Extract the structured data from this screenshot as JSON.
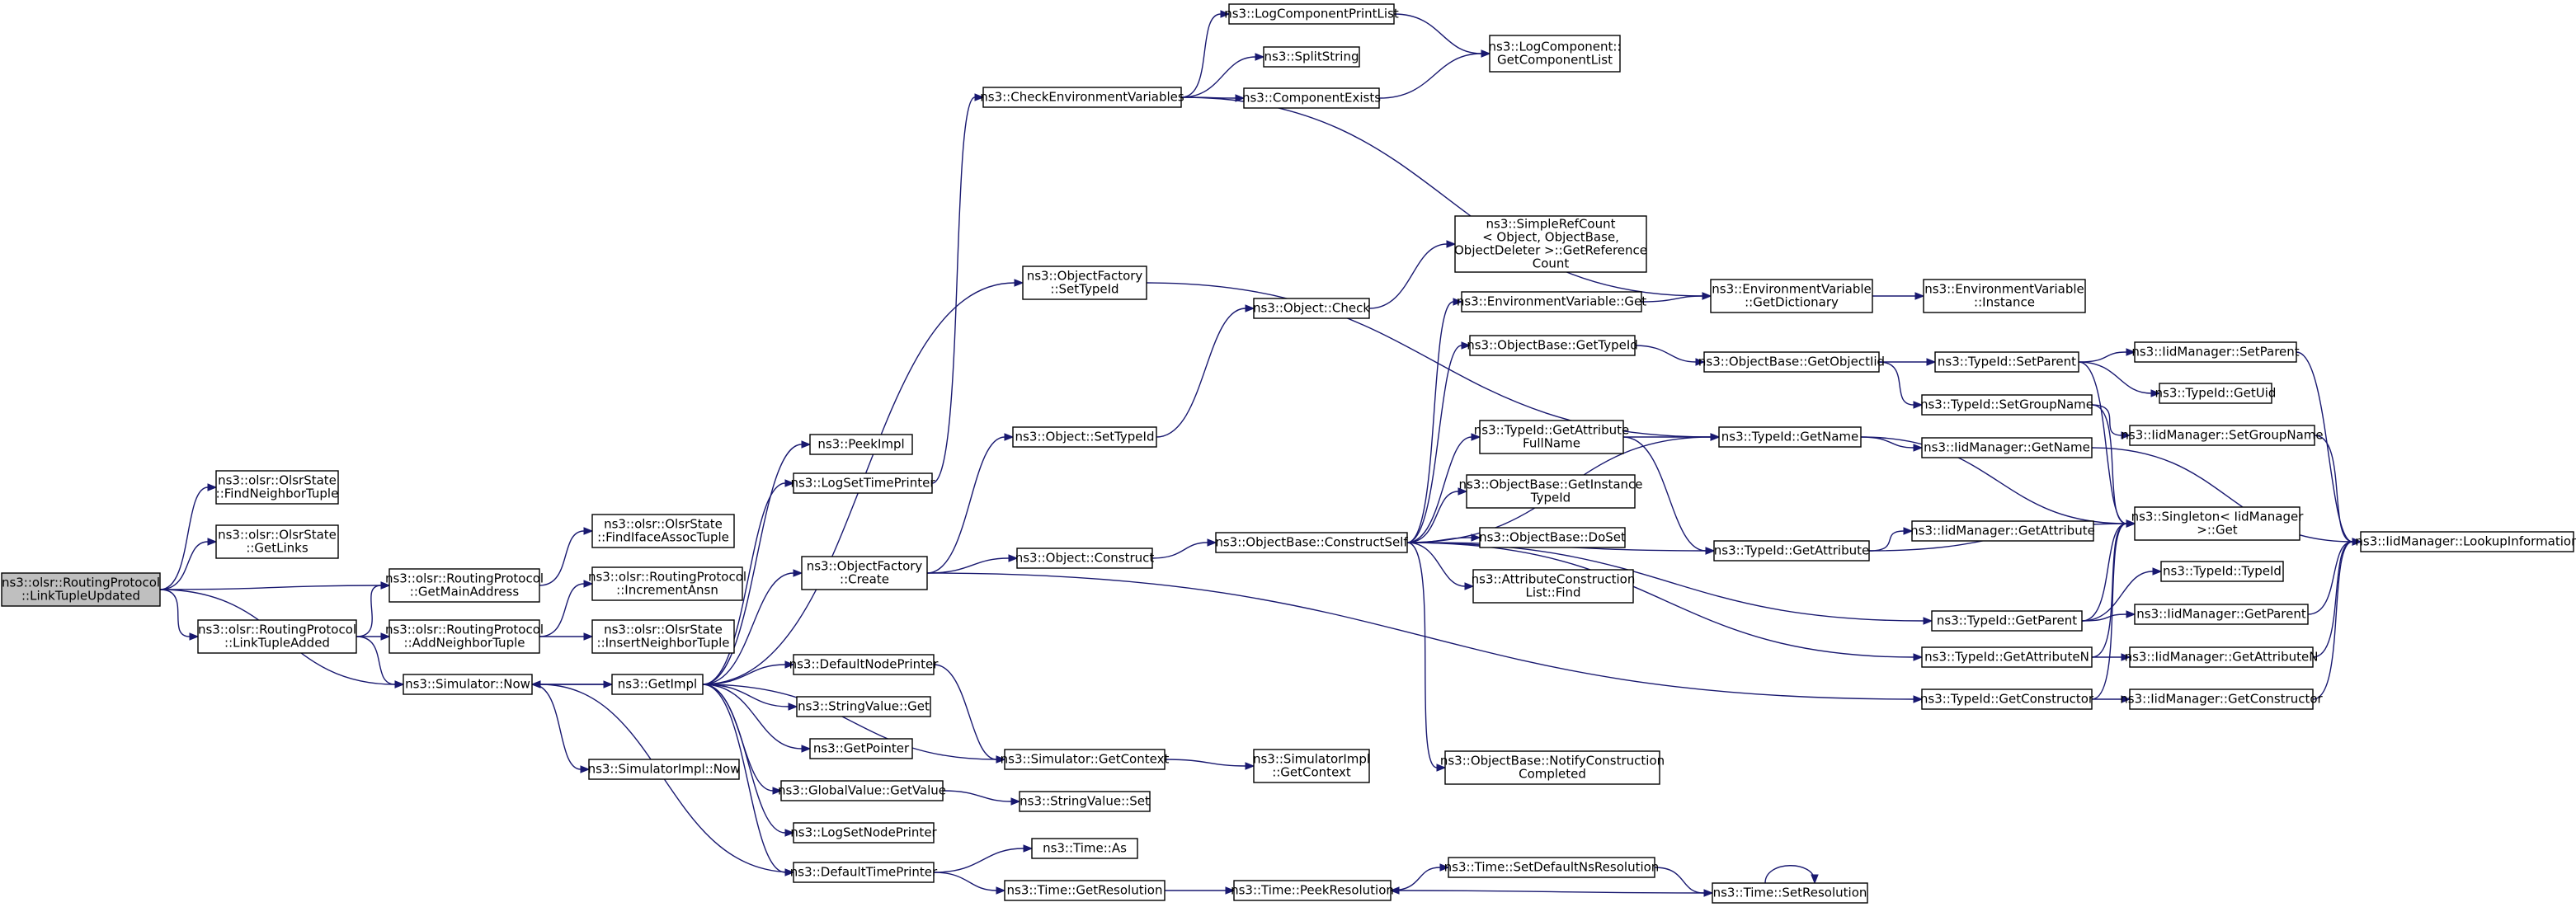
{
  "title": "",
  "colors": {
    "node_border": "#000000",
    "node_fill": "#ffffff",
    "root_fill": "#bfbfbf",
    "edge": "#191970"
  },
  "nodes": [
    {
      "id": "root",
      "lines": [
        "ns3::olsr::RoutingProtocol",
        "::LinkTupleUpdated"
      ],
      "root": true
    },
    {
      "id": "findNeighborTuple",
      "lines": [
        "ns3::olsr::OlsrState",
        "::FindNeighborTuple"
      ]
    },
    {
      "id": "getLinks",
      "lines": [
        "ns3::olsr::OlsrState",
        "::GetLinks"
      ]
    },
    {
      "id": "getMainAddress",
      "lines": [
        "ns3::olsr::RoutingProtocol",
        "::GetMainAddress"
      ]
    },
    {
      "id": "linkTupleAdded",
      "lines": [
        "ns3::olsr::RoutingProtocol",
        "::LinkTupleAdded"
      ]
    },
    {
      "id": "simNow",
      "lines": [
        "ns3::Simulator::Now"
      ]
    },
    {
      "id": "findIfaceAssoc",
      "lines": [
        "ns3::olsr::OlsrState",
        "::FindIfaceAssocTuple"
      ]
    },
    {
      "id": "incrementAnsn",
      "lines": [
        "ns3::olsr::RoutingProtocol",
        "::IncrementAnsn"
      ]
    },
    {
      "id": "addNeighborTuple",
      "lines": [
        "ns3::olsr::RoutingProtocol",
        "::AddNeighborTuple"
      ]
    },
    {
      "id": "insertNeighborTuple",
      "lines": [
        "ns3::olsr::OlsrState",
        "::InsertNeighborTuple"
      ]
    },
    {
      "id": "getImpl",
      "lines": [
        "ns3::GetImpl"
      ]
    },
    {
      "id": "simImplNow",
      "lines": [
        "ns3::SimulatorImpl::Now"
      ]
    },
    {
      "id": "peekImpl",
      "lines": [
        "ns3::PeekImpl"
      ]
    },
    {
      "id": "logSetTimePrinter",
      "lines": [
        "ns3::LogSetTimePrinter"
      ]
    },
    {
      "id": "objFactoryCreate",
      "lines": [
        "ns3::ObjectFactory",
        "::Create"
      ]
    },
    {
      "id": "defaultNodePrinter",
      "lines": [
        "ns3::DefaultNodePrinter"
      ]
    },
    {
      "id": "stringValueGet",
      "lines": [
        "ns3::StringValue::Get"
      ]
    },
    {
      "id": "getPointer",
      "lines": [
        "ns3::GetPointer"
      ]
    },
    {
      "id": "globalValueGetValue",
      "lines": [
        "ns3::GlobalValue::GetValue"
      ]
    },
    {
      "id": "logSetNodePrinter",
      "lines": [
        "ns3::LogSetNodePrinter"
      ]
    },
    {
      "id": "defaultTimePrinter",
      "lines": [
        "ns3::DefaultTimePrinter"
      ]
    },
    {
      "id": "checkEnvVars",
      "lines": [
        "ns3::CheckEnvironmentVariables"
      ]
    },
    {
      "id": "objFactorySetTypeId",
      "lines": [
        "ns3::ObjectFactory",
        "::SetTypeId"
      ]
    },
    {
      "id": "objectSetTypeId",
      "lines": [
        "ns3::Object::SetTypeId"
      ]
    },
    {
      "id": "objectConstruct",
      "lines": [
        "ns3::Object::Construct"
      ]
    },
    {
      "id": "simGetContext",
      "lines": [
        "ns3::Simulator::GetContext"
      ]
    },
    {
      "id": "stringValueSet",
      "lines": [
        "ns3::StringValue::Set"
      ]
    },
    {
      "id": "timeAs",
      "lines": [
        "ns3::Time::As"
      ]
    },
    {
      "id": "timeGetResolution",
      "lines": [
        "ns3::Time::GetResolution"
      ]
    },
    {
      "id": "logCompPrintList",
      "lines": [
        "ns3::LogComponentPrintList"
      ]
    },
    {
      "id": "splitString",
      "lines": [
        "ns3::SplitString"
      ]
    },
    {
      "id": "componentExists",
      "lines": [
        "ns3::ComponentExists"
      ]
    },
    {
      "id": "objectCheck",
      "lines": [
        "ns3::Object::Check"
      ]
    },
    {
      "id": "constructSelf",
      "lines": [
        "ns3::ObjectBase::ConstructSelf"
      ]
    },
    {
      "id": "simImplGetContext",
      "lines": [
        "ns3::SimulatorImpl",
        "::GetContext"
      ]
    },
    {
      "id": "timePeekResolution",
      "lines": [
        "ns3::Time::PeekResolution"
      ]
    },
    {
      "id": "logCompGetList",
      "lines": [
        "ns3::LogComponent::",
        "GetComponentList"
      ]
    },
    {
      "id": "simpleRefCount",
      "lines": [
        "ns3::SimpleRefCount",
        "< Object, ObjectBase,",
        "ObjectDeleter >::GetReference",
        "Count"
      ]
    },
    {
      "id": "envVarGet",
      "lines": [
        "ns3::EnvironmentVariable::Get"
      ]
    },
    {
      "id": "objBaseGetTypeId",
      "lines": [
        "ns3::ObjectBase::GetTypeId"
      ]
    },
    {
      "id": "getAttrFullName",
      "lines": [
        "ns3::TypeId::GetAttribute",
        "FullName"
      ]
    },
    {
      "id": "getInstanceTypeId",
      "lines": [
        "ns3::ObjectBase::GetInstance",
        "TypeId"
      ]
    },
    {
      "id": "doSet",
      "lines": [
        "ns3::ObjectBase::DoSet"
      ]
    },
    {
      "id": "attrConstructFind",
      "lines": [
        "ns3::AttributeConstruction",
        "List::Find"
      ]
    },
    {
      "id": "notifyConstruction",
      "lines": [
        "ns3::ObjectBase::NotifyConstruction",
        "Completed"
      ]
    },
    {
      "id": "setDefaultNsRes",
      "lines": [
        "ns3::Time::SetDefaultNsResolution"
      ]
    },
    {
      "id": "envVarGetDict",
      "lines": [
        "ns3::EnvironmentVariable",
        "::GetDictionary"
      ]
    },
    {
      "id": "getObjectIid",
      "lines": [
        "ns3::ObjectBase::GetObjectIid"
      ]
    },
    {
      "id": "typeIdGetName",
      "lines": [
        "ns3::TypeId::GetName"
      ]
    },
    {
      "id": "typeIdGetAttribute",
      "lines": [
        "ns3::TypeId::GetAttribute"
      ]
    },
    {
      "id": "typeIdGetParent",
      "lines": [
        "ns3::TypeId::GetParent"
      ]
    },
    {
      "id": "typeIdGetAttributeN",
      "lines": [
        "ns3::TypeId::GetAttributeN"
      ]
    },
    {
      "id": "typeIdGetConstructor",
      "lines": [
        "ns3::TypeId::GetConstructor"
      ]
    },
    {
      "id": "timeSetResolution",
      "lines": [
        "ns3::Time::SetResolution"
      ]
    },
    {
      "id": "envVarInstance",
      "lines": [
        "ns3::EnvironmentVariable",
        "::Instance"
      ]
    },
    {
      "id": "typeIdSetParent",
      "lines": [
        "ns3::TypeId::SetParent"
      ]
    },
    {
      "id": "typeIdSetGroupName",
      "lines": [
        "ns3::TypeId::SetGroupName"
      ]
    },
    {
      "id": "iidGetName",
      "lines": [
        "ns3::IidManager::GetName"
      ]
    },
    {
      "id": "iidGetAttribute",
      "lines": [
        "ns3::IidManager::GetAttribute"
      ]
    },
    {
      "id": "singletonGet",
      "lines": [
        "ns3::Singleton< IidManager",
        ">::Get"
      ]
    },
    {
      "id": "typeIdTypeId",
      "lines": [
        "ns3::TypeId::TypeId"
      ]
    },
    {
      "id": "iidGetParent",
      "lines": [
        "ns3::IidManager::GetParent"
      ]
    },
    {
      "id": "iidGetAttributeN",
      "lines": [
        "ns3::IidManager::GetAttributeN"
      ]
    },
    {
      "id": "iidGetConstructor",
      "lines": [
        "ns3::IidManager::GetConstructor"
      ]
    },
    {
      "id": "iidSetParent",
      "lines": [
        "ns3::IidManager::SetParent"
      ]
    },
    {
      "id": "typeIdGetUid",
      "lines": [
        "ns3::TypeId::GetUid"
      ]
    },
    {
      "id": "iidSetGroupName",
      "lines": [
        "ns3::IidManager::SetGroupName"
      ]
    },
    {
      "id": "iidLookupInfo",
      "lines": [
        "ns3::IidManager::LookupInformation"
      ]
    }
  ],
  "edges": [
    [
      "root",
      "findNeighborTuple"
    ],
    [
      "root",
      "getLinks"
    ],
    [
      "root",
      "getMainAddress"
    ],
    [
      "root",
      "linkTupleAdded"
    ],
    [
      "root",
      "simNow"
    ],
    [
      "getMainAddress",
      "findIfaceAssoc"
    ],
    [
      "linkTupleAdded",
      "getMainAddress"
    ],
    [
      "linkTupleAdded",
      "addNeighborTuple"
    ],
    [
      "linkTupleAdded",
      "simNow"
    ],
    [
      "addNeighborTuple",
      "incrementAnsn"
    ],
    [
      "addNeighborTuple",
      "insertNeighborTuple"
    ],
    [
      "simNow",
      "getImpl"
    ],
    [
      "simNow",
      "simImplNow"
    ],
    [
      "getImpl",
      "peekImpl"
    ],
    [
      "getImpl",
      "logSetTimePrinter"
    ],
    [
      "getImpl",
      "objFactoryCreate"
    ],
    [
      "getImpl",
      "objFactorySetTypeId"
    ],
    [
      "getImpl",
      "defaultNodePrinter"
    ],
    [
      "getImpl",
      "stringValueGet"
    ],
    [
      "getImpl",
      "getPointer"
    ],
    [
      "getImpl",
      "globalValueGetValue"
    ],
    [
      "getImpl",
      "logSetNodePrinter"
    ],
    [
      "getImpl",
      "defaultTimePrinter"
    ],
    [
      "getImpl",
      "simGetContext"
    ],
    [
      "getImpl",
      "simNow"
    ],
    [
      "logSetTimePrinter",
      "checkEnvVars"
    ],
    [
      "objFactoryCreate",
      "objectSetTypeId"
    ],
    [
      "objFactoryCreate",
      "objectConstruct"
    ],
    [
      "objFactoryCreate",
      "typeIdGetConstructor"
    ],
    [
      "defaultNodePrinter",
      "simGetContext"
    ],
    [
      "globalValueGetValue",
      "stringValueSet"
    ],
    [
      "defaultTimePrinter",
      "timeAs"
    ],
    [
      "defaultTimePrinter",
      "timeGetResolution"
    ],
    [
      "defaultTimePrinter",
      "simNow"
    ],
    [
      "checkEnvVars",
      "logCompPrintList"
    ],
    [
      "checkEnvVars",
      "splitString"
    ],
    [
      "checkEnvVars",
      "componentExists"
    ],
    [
      "checkEnvVars",
      "envVarGetDict"
    ],
    [
      "logCompPrintList",
      "logCompGetList"
    ],
    [
      "componentExists",
      "logCompGetList"
    ],
    [
      "objFactorySetTypeId",
      "typeIdGetName"
    ],
    [
      "objectSetTypeId",
      "objectCheck"
    ],
    [
      "objectCheck",
      "simpleRefCount"
    ],
    [
      "objectConstruct",
      "constructSelf"
    ],
    [
      "simGetContext",
      "simImplGetContext"
    ],
    [
      "timeGetResolution",
      "timePeekResolution"
    ],
    [
      "constructSelf",
      "envVarGet"
    ],
    [
      "constructSelf",
      "objBaseGetTypeId"
    ],
    [
      "constructSelf",
      "typeIdGetName"
    ],
    [
      "constructSelf",
      "getAttrFullName"
    ],
    [
      "constructSelf",
      "getInstanceTypeId"
    ],
    [
      "constructSelf",
      "doSet"
    ],
    [
      "constructSelf",
      "attrConstructFind"
    ],
    [
      "constructSelf",
      "typeIdGetAttribute"
    ],
    [
      "constructSelf",
      "typeIdGetParent"
    ],
    [
      "constructSelf",
      "typeIdGetAttributeN"
    ],
    [
      "constructSelf",
      "notifyConstruction"
    ],
    [
      "envVarGet",
      "envVarGetDict"
    ],
    [
      "envVarGetDict",
      "envVarInstance"
    ],
    [
      "objBaseGetTypeId",
      "getObjectIid"
    ],
    [
      "getObjectIid",
      "typeIdSetParent"
    ],
    [
      "getObjectIid",
      "typeIdSetGroupName"
    ],
    [
      "getAttrFullName",
      "typeIdGetName"
    ],
    [
      "getAttrFullName",
      "typeIdGetAttribute"
    ],
    [
      "timePeekResolution",
      "setDefaultNsRes"
    ],
    [
      "setDefaultNsRes",
      "timeSetResolution"
    ],
    [
      "timeSetResolution",
      "timePeekResolution"
    ],
    [
      "timeSetResolution",
      "timeSetResolution"
    ],
    [
      "typeIdGetName",
      "iidGetName"
    ],
    [
      "typeIdGetName",
      "singletonGet"
    ],
    [
      "typeIdGetAttribute",
      "iidGetAttribute"
    ],
    [
      "typeIdGetAttribute",
      "singletonGet"
    ],
    [
      "typeIdGetParent",
      "typeIdTypeId"
    ],
    [
      "typeIdGetParent",
      "iidGetParent"
    ],
    [
      "typeIdGetParent",
      "singletonGet"
    ],
    [
      "typeIdGetAttributeN",
      "iidGetAttributeN"
    ],
    [
      "typeIdGetAttributeN",
      "singletonGet"
    ],
    [
      "typeIdGetConstructor",
      "iidGetConstructor"
    ],
    [
      "typeIdGetConstructor",
      "singletonGet"
    ],
    [
      "typeIdSetParent",
      "iidSetParent"
    ],
    [
      "typeIdSetParent",
      "typeIdGetUid"
    ],
    [
      "typeIdSetParent",
      "singletonGet"
    ],
    [
      "typeIdSetGroupName",
      "iidSetGroupName"
    ],
    [
      "typeIdSetGroupName",
      "singletonGet"
    ],
    [
      "iidGetName",
      "iidLookupInfo"
    ],
    [
      "iidSetParent",
      "iidLookupInfo"
    ],
    [
      "iidSetGroupName",
      "iidLookupInfo"
    ],
    [
      "iidGetParent",
      "iidLookupInfo"
    ],
    [
      "iidGetAttributeN",
      "iidLookupInfo"
    ],
    [
      "iidGetConstructor",
      "iidLookupInfo"
    ]
  ]
}
